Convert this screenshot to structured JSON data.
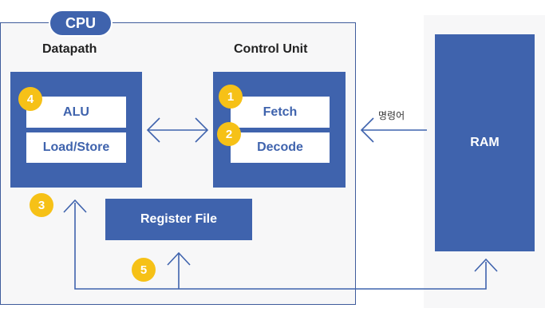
{
  "cpu": {
    "badge_label": "CPU",
    "datapath_heading": "Datapath",
    "control_unit_heading": "Control Unit"
  },
  "datapath": {
    "alu_label": "ALU",
    "load_store_label": "Load/Store"
  },
  "control_unit": {
    "fetch_label": "Fetch",
    "decode_label": "Decode"
  },
  "register_file": {
    "label": "Register File"
  },
  "ram": {
    "label": "RAM"
  },
  "instruction_arrow_label": "명령어",
  "steps": [
    "1",
    "2",
    "3",
    "4",
    "5"
  ],
  "colors": {
    "block": "#3f63ad",
    "badge": "#f6c117",
    "line": "#3f63ad",
    "panel": "#f7f7f8"
  }
}
